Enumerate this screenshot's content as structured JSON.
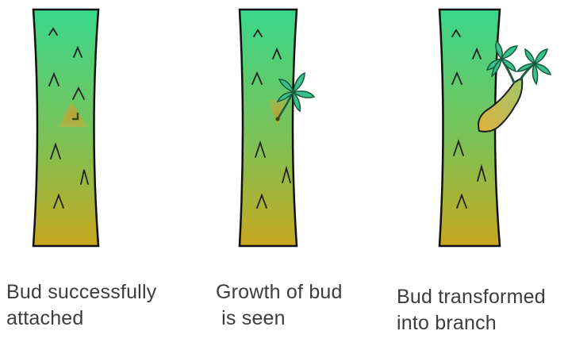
{
  "colors": {
    "trunk_top": "#39d78c",
    "trunk_bottom": "#c8a81e",
    "trunk_outline": "#111111",
    "bud_patch": "#d8a83a",
    "branch_fill": "#d6b84a",
    "leaf": "#3bbf8e"
  },
  "panels": [
    {
      "caption_line1": "Bud successfully",
      "caption_line2": "attached"
    },
    {
      "caption_line1": "Growth of bud",
      "caption_line2": " is seen"
    },
    {
      "caption_line1": "Bud transformed",
      "caption_line2": "into branch"
    }
  ]
}
